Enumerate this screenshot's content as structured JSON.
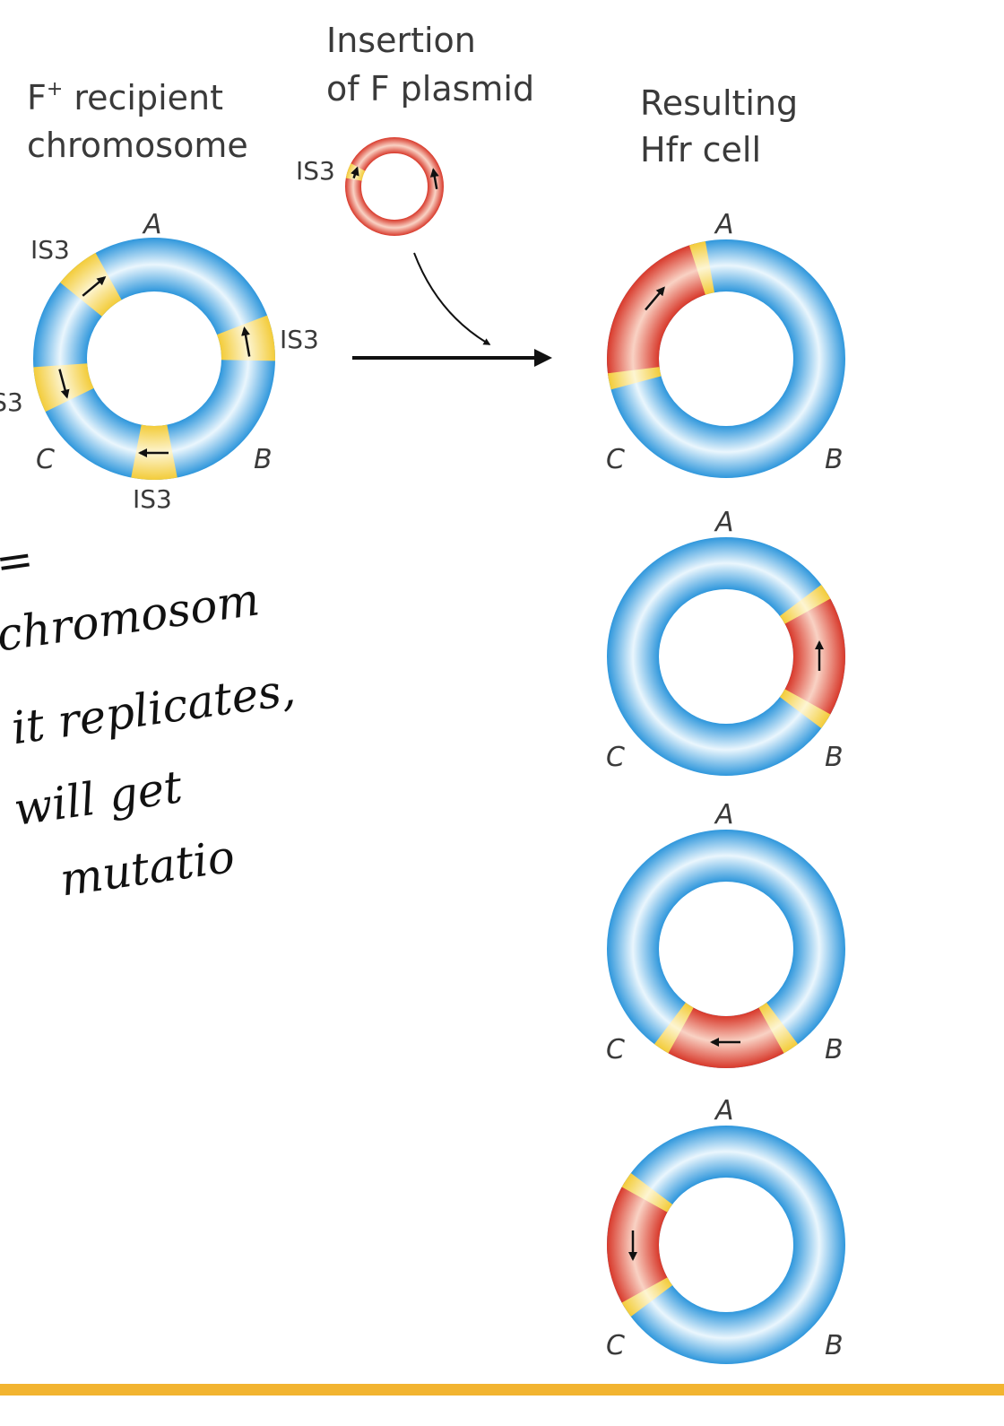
{
  "titles": {
    "recipient_line1": "F",
    "recipient_sup": "+",
    "recipient_line1_rest": " recipient",
    "recipient_line2": "chromosome",
    "insertion_line1": "Insertion",
    "insertion_line2": "of F plasmid",
    "result_line1": "Resulting",
    "result_line2": "Hfr cell"
  },
  "labels": {
    "a": "A",
    "b": "B",
    "c": "C",
    "is3": "IS3"
  },
  "handwriting": {
    "mark": "/",
    "eq": "=",
    "line1": "chromosom",
    "line2": "it replicates,",
    "line3": "will get",
    "line4": "mutatio"
  },
  "colors": {
    "chromosome": "#2f97dc",
    "is_element": "#f3cc3a",
    "f_plasmid": "#d8392b",
    "bottom_bar": "#f2b430"
  }
}
